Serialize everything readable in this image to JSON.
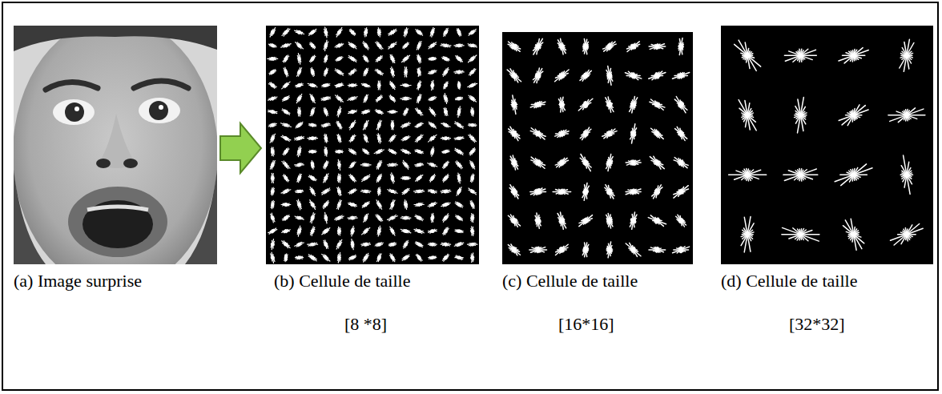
{
  "diagram": {
    "labels": [
      "(a) Image surprise",
      "(b) Cellule de taille",
      "[8 *8]",
      "(c) Cellule de taille",
      "[16*16]",
      "(d) Cellule de taille",
      "[32*32]"
    ]
  }
}
